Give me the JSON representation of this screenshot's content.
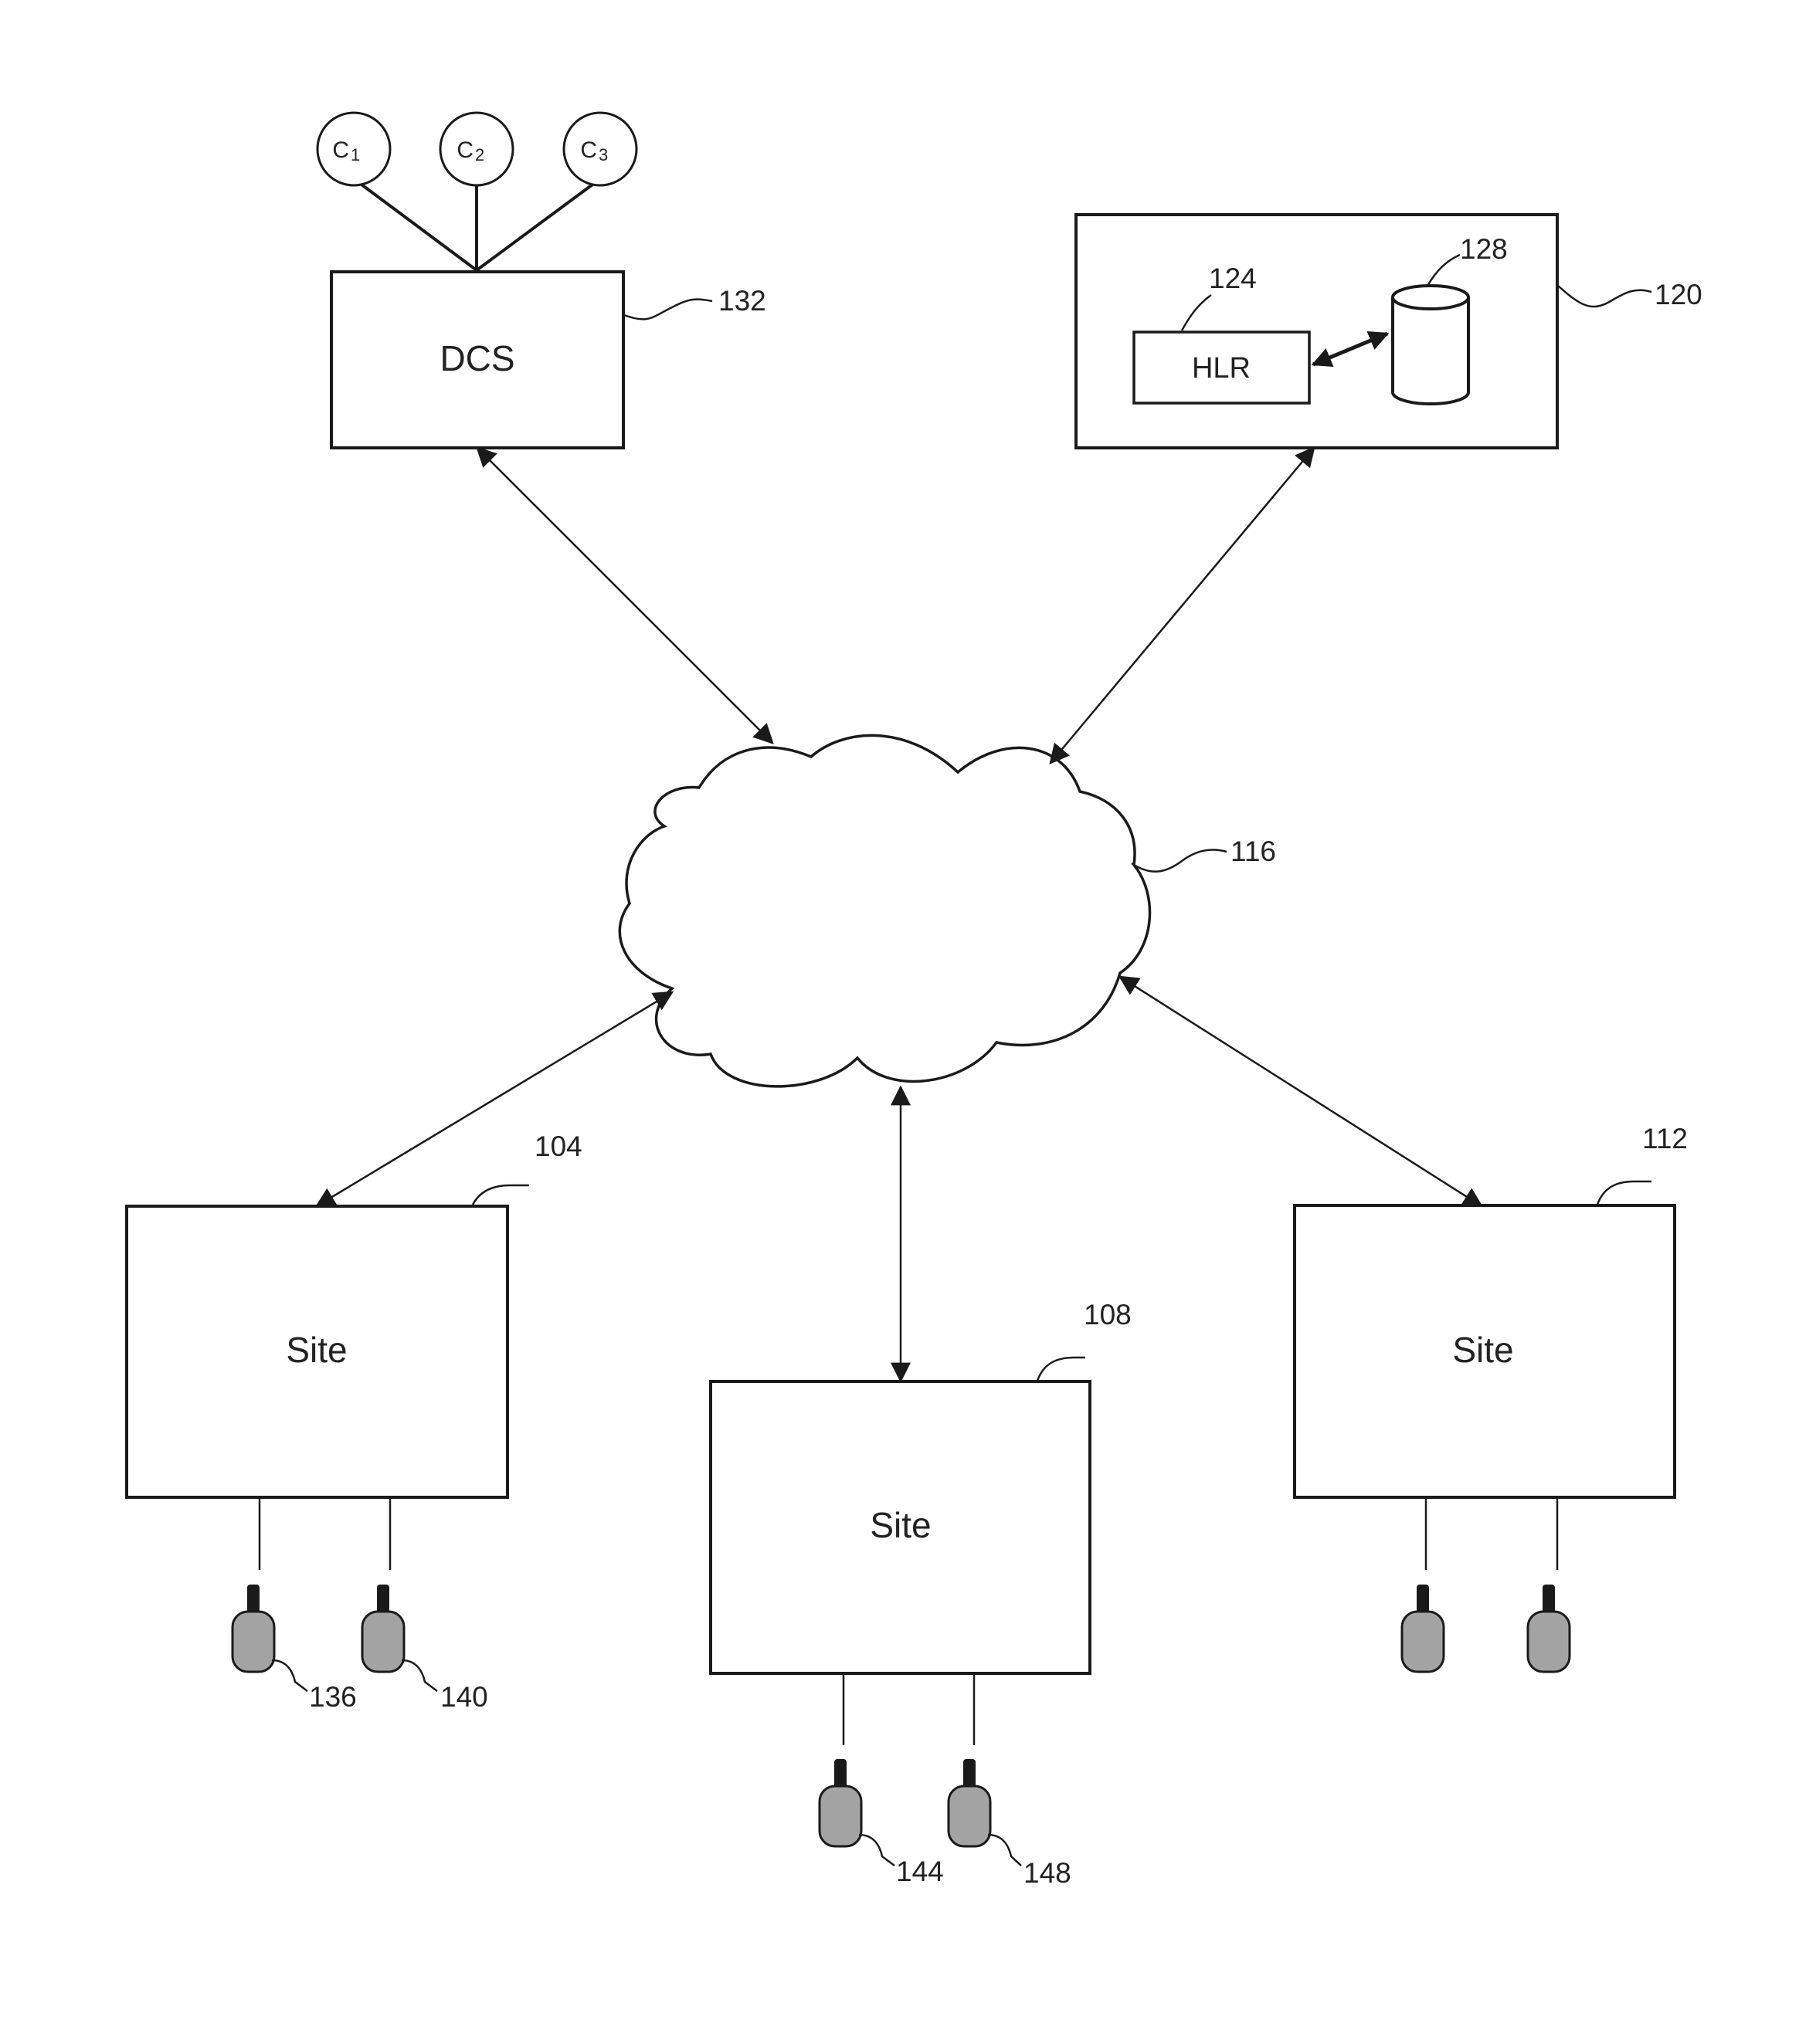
{
  "dcs": {
    "label": "DCS",
    "ref": "132",
    "consoles": [
      {
        "letter": "C",
        "sub": "1"
      },
      {
        "letter": "C",
        "sub": "2"
      },
      {
        "letter": "C",
        "sub": "3"
      }
    ]
  },
  "hlr_system": {
    "ref": "120",
    "hlr": {
      "label": "HLR",
      "ref": "124"
    },
    "database": {
      "ref": "128"
    }
  },
  "network": {
    "ref": "116"
  },
  "sites": [
    {
      "label": "Site",
      "ref": "104",
      "devices": [
        "136",
        "140"
      ]
    },
    {
      "label": "Site",
      "ref": "108",
      "devices": [
        "144",
        "148"
      ]
    },
    {
      "label": "Site",
      "ref": "112",
      "devices": [
        "",
        ""
      ]
    }
  ],
  "colors": {
    "line": "#1a1a1a",
    "device_fill": "#a3a3a3",
    "background": "#ffffff"
  }
}
